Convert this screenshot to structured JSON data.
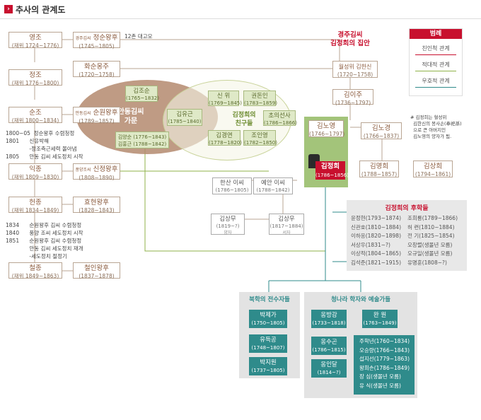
{
  "header": {
    "title": "추사의 관계도",
    "icon": "chevron-right-icon"
  },
  "legend": {
    "title": "범례",
    "items": [
      "친인척 관계",
      "적대적 관계",
      "우호적 관계"
    ]
  },
  "kings": [
    {
      "name": "영조",
      "dates": "(재위 1724~1776)"
    },
    {
      "name": "정조",
      "dates": "(재위 1776~1800)"
    },
    {
      "name": "순조",
      "dates": "(재위 1800~1834)"
    },
    {
      "name": "익종",
      "dates": "(재위 1809~1830)"
    },
    {
      "name": "헌종",
      "dates": "(재위 1834~1849)"
    },
    {
      "name": "철종",
      "dates": "(재위 1849~1863)"
    }
  ],
  "queens": [
    {
      "prefix": "경주김씨",
      "name": "정순왕후",
      "dates": "(1745~1805)"
    },
    {
      "prefix": "",
      "name": "화순옹주",
      "dates": "(1720~1758)"
    },
    {
      "prefix": "안동김씨",
      "name": "순원왕후",
      "dates": "(1789~1857)"
    },
    {
      "prefix": "풍양조씨",
      "name": "신정왕후",
      "dates": "(1808~1890)"
    },
    {
      "prefix": "",
      "name": "효현왕후",
      "dates": "(1828~1843)"
    },
    {
      "prefix": "",
      "name": "철인왕후",
      "dates": "(1837~1878)"
    }
  ],
  "events1": [
    "1800~05  정순왕후 수렴청정",
    "1801      신유박해",
    "              -정조측근세력 몰아냄",
    "1805      안동 김씨 세도정치 시작"
  ],
  "events2": [
    "1834      순원왕후 김씨 수렴청정",
    "1840      풍양 조씨 세도정치 시작",
    "1851      순원왕후 김씨 수렴청정",
    "              안동 김씨 세도정치 재개",
    "              -세도정치 절정기"
  ],
  "label_daegogo": "12촌 대고모",
  "andong": {
    "title": "안동김씨\n가문",
    "p1": {
      "name": "김조순",
      "dates": "(1765~1832)"
    },
    "p2": {
      "name": "김유근",
      "dates": "(1785~1840)"
    },
    "p3": {
      "name": "김양순 (1776~1843)",
      "name2": "김홍근 (1788~1842)"
    }
  },
  "friends": {
    "title": "김정희의\n친구들",
    "items": [
      {
        "name": "신 위",
        "dates": "(1769~1845)"
      },
      {
        "name": "권돈인",
        "dates": "(1783~1859)"
      },
      {
        "name": "초의선사",
        "dates": "(1786~1866)"
      },
      {
        "name": "김경연",
        "dates": "(1778~1820)"
      },
      {
        "name": "조인영",
        "dates": "(1782~1850)"
      }
    ]
  },
  "family": {
    "title": "경주김씨\n김정희의 집안",
    "p1": {
      "name": "월성위 김한신",
      "dates": "(1720~1758)"
    },
    "p2": {
      "name": "김이주",
      "dates": "(1736~1797)"
    },
    "p3": {
      "name": "김노영",
      "dates": "(1746~1797)"
    },
    "p4": {
      "name": "김노경",
      "dates": "(1766~1837)"
    },
    "p5": {
      "name": "김명희",
      "dates": "(1788~1857)"
    },
    "p6": {
      "name": "김상희",
      "dates": "(1794~1861)"
    },
    "main": {
      "name": "김정희",
      "dates": "(1786~1856)"
    },
    "note": "# 김정희는 혈성위\n  김한신의 봉사손(奉祀孫)\n  으로 큰 아버지인\n  김노영의 양자가 됨."
  },
  "wives": [
    {
      "name": "한산 이씨",
      "dates": "(1786~1805)"
    },
    {
      "name": "예안 이씨",
      "dates": "(1788~1842)"
    }
  ],
  "sons": [
    {
      "name": "김상무",
      "dates": "(1819~?)",
      "sub": "양자"
    },
    {
      "name": "김상우",
      "dates": "(1817~1884)",
      "sub": "서자"
    }
  ],
  "students": {
    "title": "김정희의 후학들",
    "rows": [
      [
        "윤정현(1793~1874)",
        "조희룡(1789~1866)"
      ],
      [
        "신관호(1810~1884)",
        "허 련(1810~1884)"
      ],
      [
        "이하응(1820~1898)",
        "전 기(1825~1854)"
      ],
      [
        "서상우(1831~?)",
        "오창렬(생몰년 모름)"
      ],
      [
        "이상적(1804~1865)",
        "오규일(생몰년 모름)"
      ],
      [
        "김석준(1821~1915)",
        "유명훈(1808~?)"
      ]
    ]
  },
  "bukhak": {
    "title": "북학의 전수자들",
    "items": [
      {
        "name": "박제가",
        "dates": "(1750~1805)"
      },
      {
        "name": "유득공",
        "dates": "(1748~1807)"
      },
      {
        "name": "박지원",
        "dates": "(1737~1805)"
      }
    ]
  },
  "qing": {
    "title": "청나라 학자와 예술가들",
    "items": [
      {
        "name": "옹방강",
        "dates": "(1733~1818)"
      },
      {
        "name": "완 원",
        "dates": "(1763~1849)"
      },
      {
        "name": "옹수곤",
        "dates": "(1786~1815)"
      },
      {
        "name": "옹인달",
        "dates": "(1814~?)"
      }
    ],
    "list": [
      "주학년(1760~1834)",
      "오승량(1766~1843)",
      "섭지선(1779~1863)",
      "왕희손(1786~1849)",
      "장  심(생몰년 모름)",
      "유  식(생몰년 모름)"
    ]
  },
  "colors": {
    "kin": "#c8102e",
    "hostile": "#8fb24a",
    "friendly": "#2f8b8b",
    "andong": "#b48a6e"
  }
}
